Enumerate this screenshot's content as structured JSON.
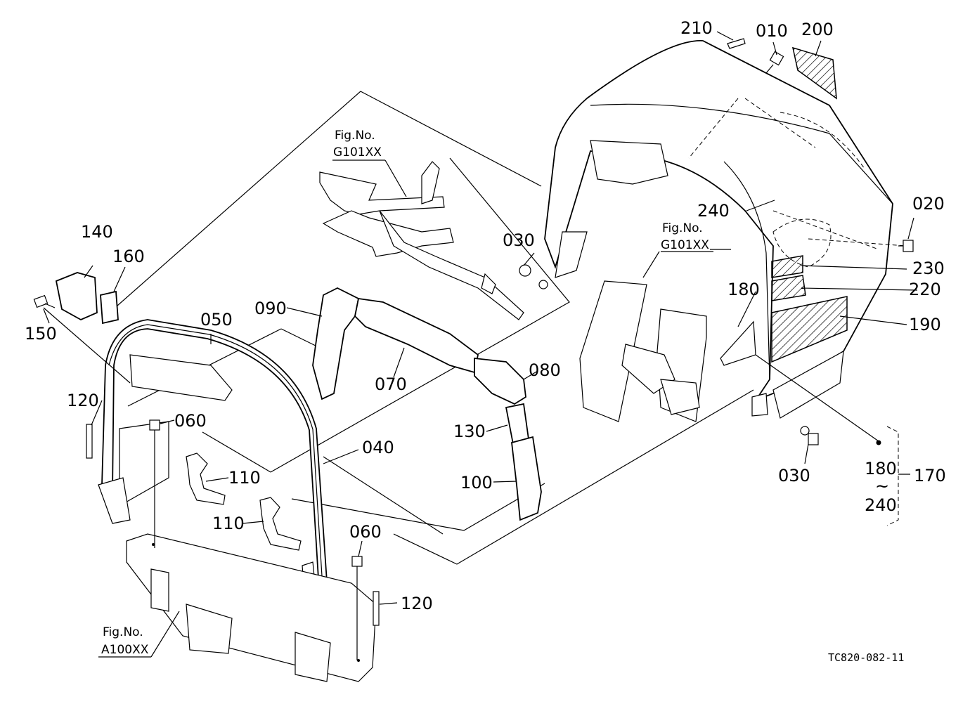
{
  "labels": {
    "p010": "010",
    "p020": "020",
    "p030a": "030",
    "p030b": "030",
    "p040": "040",
    "p050": "050",
    "p060a": "060",
    "p060b": "060",
    "p070": "070",
    "p080": "080",
    "p090": "090",
    "p100": "100",
    "p110a": "110",
    "p110b": "110",
    "p120a": "120",
    "p120b": "120",
    "p130": "130",
    "p140": "140",
    "p150": "150",
    "p160": "160",
    "p170": "170",
    "p180a": "180",
    "p180b": "180",
    "p190": "190",
    "p200": "200",
    "p210": "210",
    "p220": "220",
    "p230": "230",
    "p240a": "240",
    "p240b": "240",
    "range_tilde": "~"
  },
  "fig_refs": {
    "fig1_line1": "Fig.No.",
    "fig1_line2": "G101XX",
    "fig2_line1": "Fig.No.",
    "fig2_line2": "G101XX",
    "fig3_line1": "Fig.No.",
    "fig3_line2": "A100XX"
  },
  "drawing_code": "TC820-082-11"
}
